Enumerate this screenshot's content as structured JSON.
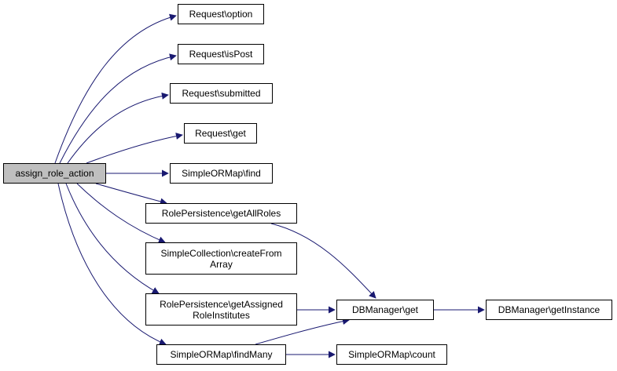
{
  "graph": {
    "root": {
      "id": "assign_role_action",
      "label": "assign_role_action"
    },
    "nodes": [
      {
        "id": "request_option",
        "label": "Request\\option"
      },
      {
        "id": "request_ispost",
        "label": "Request\\isPost"
      },
      {
        "id": "request_submitted",
        "label": "Request\\submitted"
      },
      {
        "id": "request_get",
        "label": "Request\\get"
      },
      {
        "id": "simpleormap_find",
        "label": "SimpleORMap\\find"
      },
      {
        "id": "rolepersistence_getallroles",
        "label": "RolePersistence\\getAllRoles"
      },
      {
        "id": "simplecollection_createfromarray",
        "label": "SimpleCollection\\createFrom\nArray"
      },
      {
        "id": "rolepersistence_getassignedroleinstitutes",
        "label": "RolePersistence\\getAssigned\nRoleInstitutes"
      },
      {
        "id": "simpleormap_findmany",
        "label": "SimpleORMap\\findMany"
      },
      {
        "id": "dbmanager_get",
        "label": "DBManager\\get"
      },
      {
        "id": "dbmanager_getinstance",
        "label": "DBManager\\getInstance"
      },
      {
        "id": "simpleormap_count",
        "label": "SimpleORMap\\count"
      }
    ],
    "edges": [
      {
        "from": "assign_role_action",
        "to": "request_option"
      },
      {
        "from": "assign_role_action",
        "to": "request_ispost"
      },
      {
        "from": "assign_role_action",
        "to": "request_submitted"
      },
      {
        "from": "assign_role_action",
        "to": "request_get"
      },
      {
        "from": "assign_role_action",
        "to": "simpleormap_find"
      },
      {
        "from": "assign_role_action",
        "to": "rolepersistence_getallroles"
      },
      {
        "from": "assign_role_action",
        "to": "simplecollection_createfromarray"
      },
      {
        "from": "assign_role_action",
        "to": "rolepersistence_getassignedroleinstitutes"
      },
      {
        "from": "assign_role_action",
        "to": "simpleormap_findmany"
      },
      {
        "from": "rolepersistence_getallroles",
        "to": "dbmanager_get"
      },
      {
        "from": "rolepersistence_getassignedroleinstitutes",
        "to": "dbmanager_get"
      },
      {
        "from": "simpleormap_findmany",
        "to": "dbmanager_get"
      },
      {
        "from": "simpleormap_findmany",
        "to": "simpleormap_count"
      },
      {
        "from": "dbmanager_get",
        "to": "dbmanager_getinstance"
      }
    ],
    "colors": {
      "edge": "#191970",
      "root_fill": "#bfbfbf",
      "node_fill": "#ffffff",
      "border": "#000000"
    }
  }
}
